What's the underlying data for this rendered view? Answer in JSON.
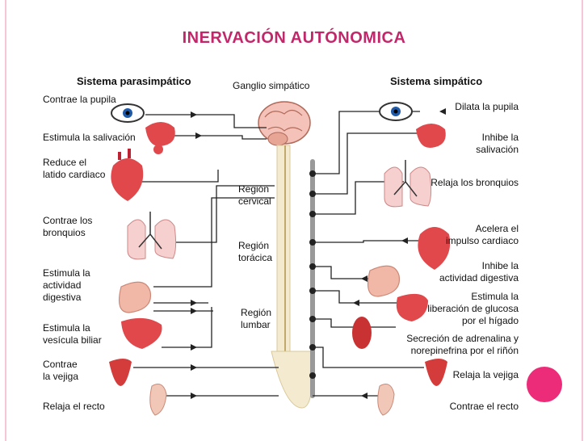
{
  "title": "INERVACIÓN AUTÓNOMICA",
  "headers": {
    "parasympathetic": "Sistema parasimpático",
    "ganglion": "Ganglio simpático",
    "sympathetic": "Sistema simpático"
  },
  "regions": {
    "cervical": "Región\ncervical",
    "toracica": "Región\ntorácica",
    "lumbar": "Región\nlumbar"
  },
  "parasympathetic_effects": [
    "Contrae la pupila",
    "Estimula la salivación",
    "Reduce el\nlatido cardiaco",
    "Contrae los\nbronquios",
    "Estimula la\nactividad\ndigestiva",
    "Estimula la\nvesícula biliar",
    "Contrae\nla vejiga",
    "Relaja el recto"
  ],
  "sympathetic_effects": [
    "Dilata la pupila",
    "Inhibe la\nsalivación",
    "Relaja los bronquios",
    "Acelera el\nimpulso cardiaco",
    "Inhibe la\nactividad digestiva",
    "Estimula la\nliberación de glucosa\npor el hígado",
    "Secreción de adrenalina y\nnorepinefrina por el riñón",
    "Relaja la vejiga",
    "Contrae el recto"
  ],
  "colors": {
    "title": "#c0286a",
    "accent_circle": "#ec2c79",
    "border": "#f4c6d7",
    "organ": "#e8494d",
    "spine": "#f3ead0"
  }
}
